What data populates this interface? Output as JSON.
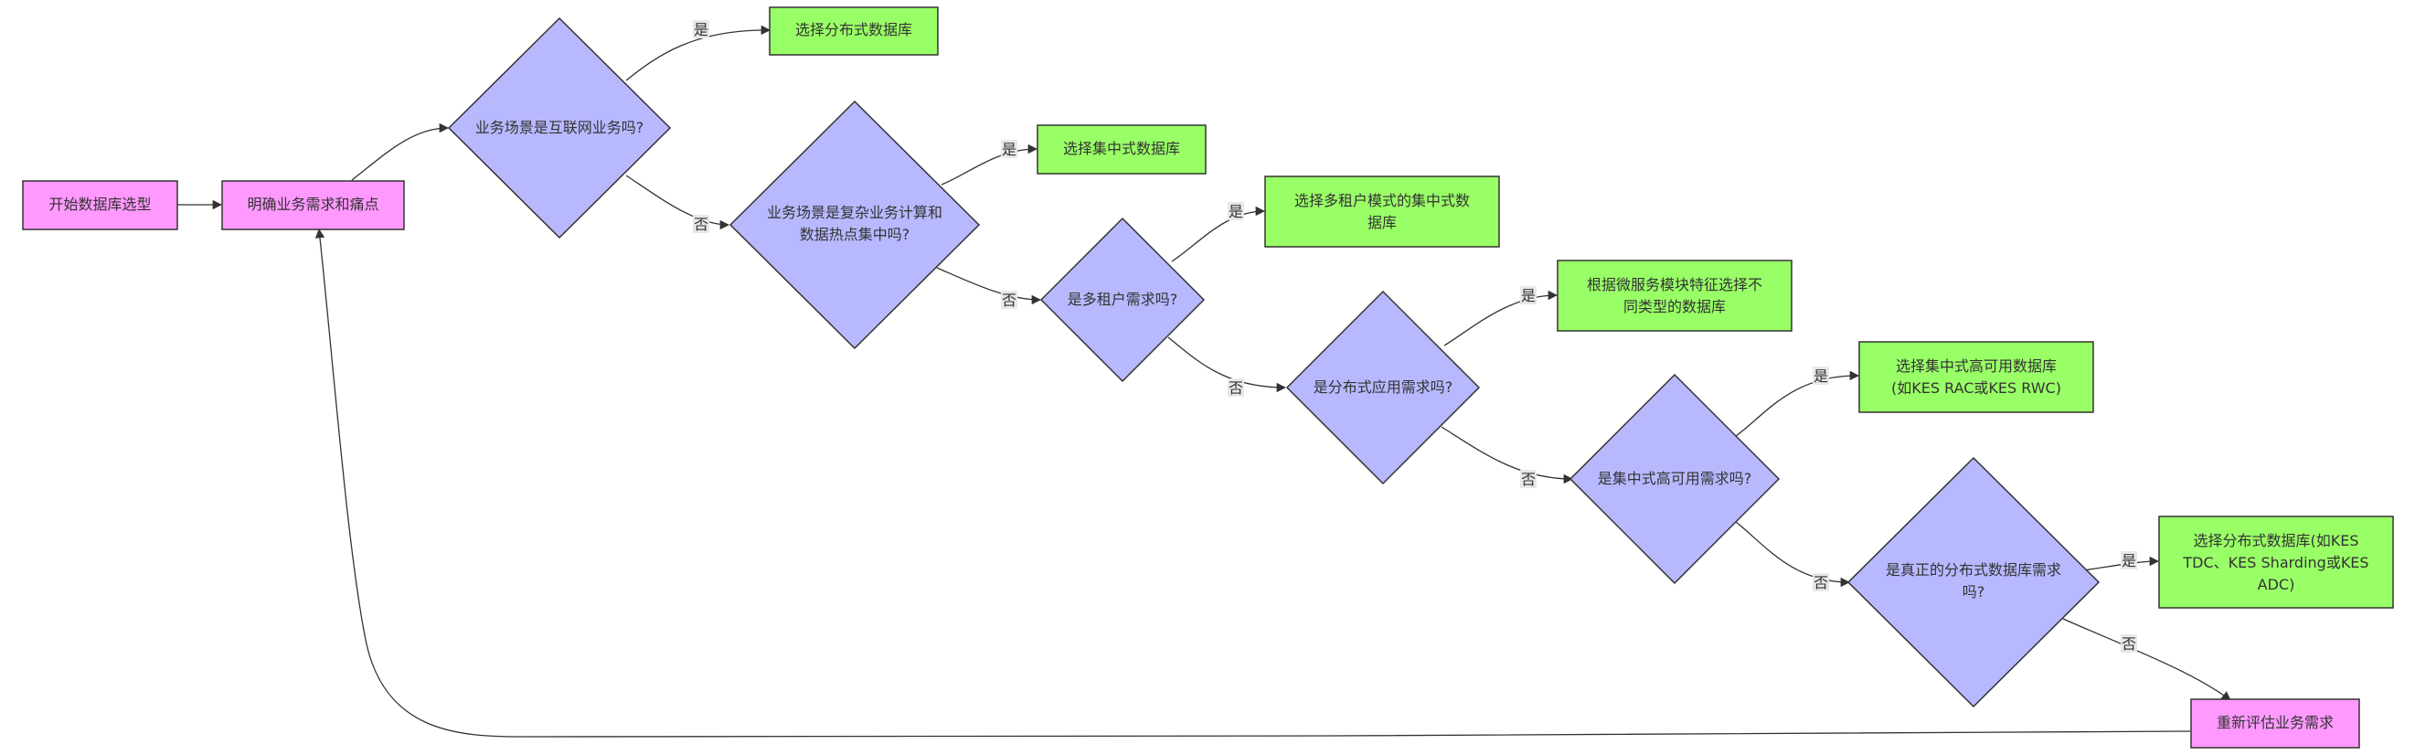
{
  "nodes": {
    "start": "开始数据库选型",
    "clarify": "明确业务需求和痛点",
    "q_internet": "业务场景是互联网业务吗?",
    "r_distributed_1": "选择分布式数据库",
    "q_complex": [
      "业务场景是复杂业务计算和",
      "数据热点集中吗?"
    ],
    "r_centralized": "选择集中式数据库",
    "q_multitenant": "是多租户需求吗?",
    "r_multitenant": [
      "选择多租户模式的集中式数",
      "据库"
    ],
    "q_distapp": "是分布式应用需求吗?",
    "r_microservice": [
      "根据微服务模块特征选择不",
      "同类型的数据库"
    ],
    "q_ha": "是集中式高可用需求吗?",
    "r_ha": [
      "选择集中式高可用数据库",
      "(如KES RAC或KES RWC)"
    ],
    "q_truedist": [
      "是真正的分布式数据库需求",
      "吗?"
    ],
    "r_distributed_2": [
      "选择分布式数据库(如KES",
      "TDC、KES Sharding或KES",
      "ADC)"
    ],
    "reevaluate": "重新评估业务需求"
  },
  "edge_labels": {
    "yes": "是",
    "no": "否"
  },
  "colors": {
    "start_fill": "#ff99ff",
    "decision_fill": "#b8b8ff",
    "result_fill": "#99ff66",
    "border": "#333333"
  }
}
